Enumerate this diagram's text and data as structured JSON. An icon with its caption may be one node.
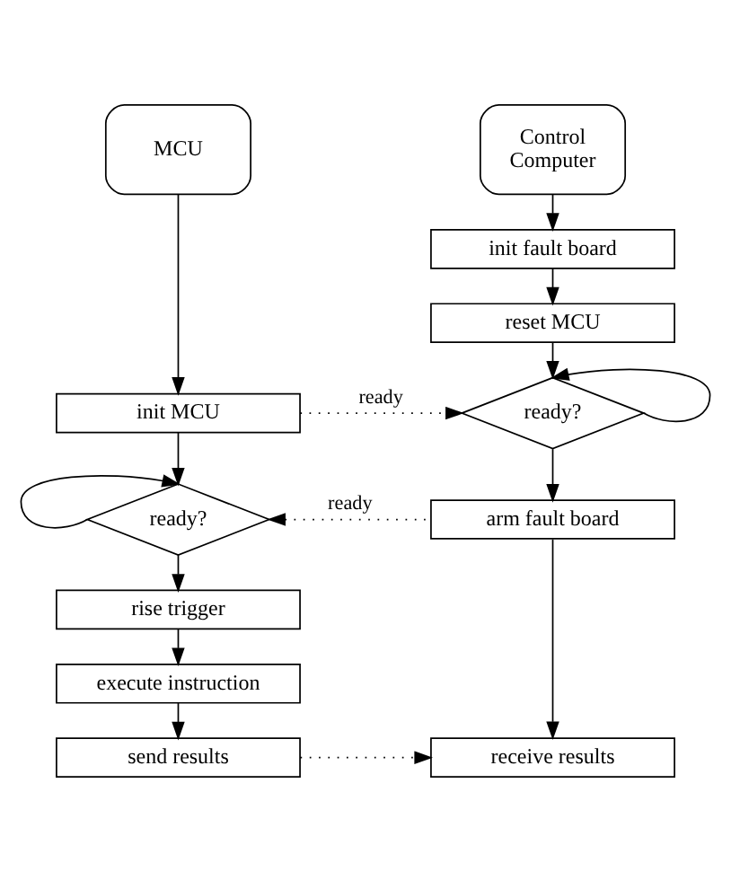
{
  "diagram": {
    "nodes": [
      {
        "text": [
          "MCU"
        ]
      },
      {
        "text": [
          "Control Computer"
        ]
      },
      {
        "text": [
          "init fault board"
        ]
      },
      {
        "text": [
          "reset MCU"
        ]
      },
      {
        "text": [
          "init MCU"
        ]
      },
      {
        "text": [
          "ready?"
        ]
      },
      {
        "text": [
          "ready?"
        ]
      },
      {
        "text": [
          "arm fault board"
        ]
      },
      {
        "text": [
          "rise trigger"
        ]
      },
      {
        "text": [
          "execute instruction"
        ]
      },
      {
        "text": [
          "send results"
        ]
      },
      {
        "text": [
          "receive results"
        ]
      }
    ],
    "edges": [
      {
        "from": 0,
        "to": 4,
        "arrow": "to"
      },
      {
        "from": 1,
        "to": 2,
        "arrow": "to"
      },
      {
        "from": 2,
        "to": 3,
        "arrow": "to"
      },
      {
        "from": 3,
        "to": 5,
        "arrow": "to"
      },
      {
        "from": 5,
        "to": 5,
        "arrow": "to"
      },
      {
        "from": 4,
        "to": 5,
        "arrow": "to",
        "label": "ready",
        "style": "dashed"
      },
      {
        "from": 4,
        "to": 6,
        "arrow": "to"
      },
      {
        "from": 6,
        "to": 6,
        "arrow": "to"
      },
      {
        "from": 7,
        "to": 6,
        "arrow": "to",
        "label": "ready",
        "style": "dashed"
      },
      {
        "from": 5,
        "to": 7,
        "arrow": "to"
      },
      {
        "from": 6,
        "to": 8,
        "arrow": "to"
      },
      {
        "from": 8,
        "to": 9,
        "arrow": "to"
      },
      {
        "from": 9,
        "to": 10,
        "arrow": "to"
      },
      {
        "from": 10,
        "to": 11,
        "arrow": "to",
        "style": "dashed"
      },
      {
        "from": 7,
        "to": 11,
        "arrow": "to"
      }
    ]
  }
}
